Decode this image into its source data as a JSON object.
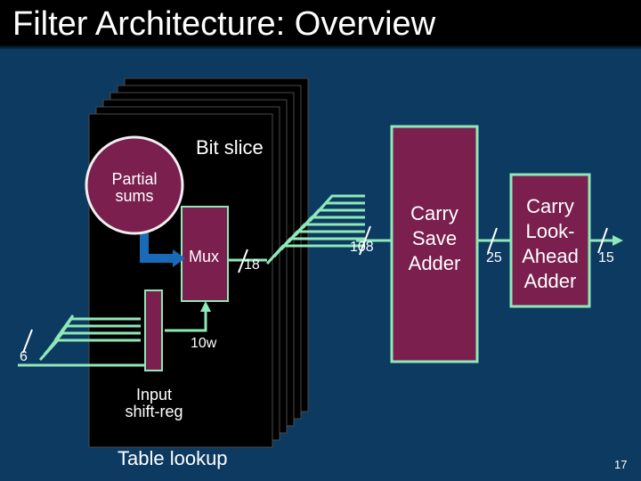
{
  "slide": {
    "title": "Filter Architecture:  Overview",
    "page_number": "17"
  },
  "diagram": {
    "bit_slice_label": "Bit slice",
    "partial_sums_label": "Partial\nsums",
    "mux_label": "Mux",
    "input_shift_reg_label": "Input\nshift-reg",
    "table_lookup_label": "Table lookup",
    "csa_label": "Carry\nSave\nAdder",
    "cla_label": "Carry\nLook-\nAhead\nAdder",
    "bus_widths": {
      "input": "6",
      "mux_out": "18",
      "csa_in": "108",
      "csa_out": "25",
      "cla_out": "15",
      "table_out": "10w"
    }
  },
  "colors": {
    "background": "#0c3a60",
    "block_fill": "#7a1f4e",
    "block_border": "#8fe8b8",
    "slice_fill": "#000000",
    "partial_sums_fill": "#7a1f4e",
    "partial_sums_border": "#f0f0f0"
  }
}
